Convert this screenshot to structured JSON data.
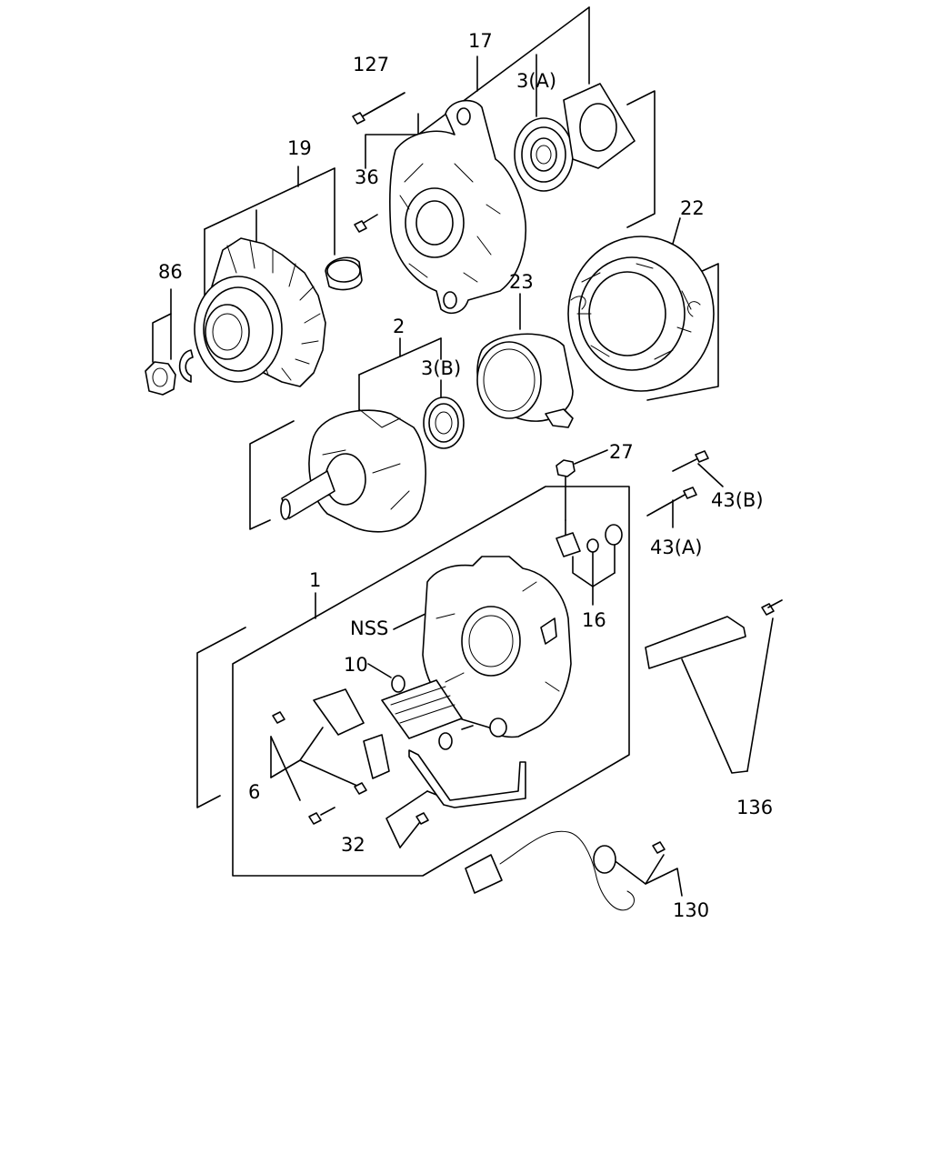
{
  "labels": {
    "l127": "127",
    "l17": "17",
    "l3a": "3(A)",
    "l19": "19",
    "l36": "36",
    "l22": "22",
    "l86": "86",
    "l23": "23",
    "l2": "2",
    "l3b": "3(B)",
    "l27": "27",
    "l43b": "43(B)",
    "l43a": "43(A)",
    "l1": "1",
    "lnss": "NSS",
    "l16": "16",
    "l10": "10",
    "l6": "6",
    "l136": "136",
    "l32": "32",
    "l130": "130"
  }
}
